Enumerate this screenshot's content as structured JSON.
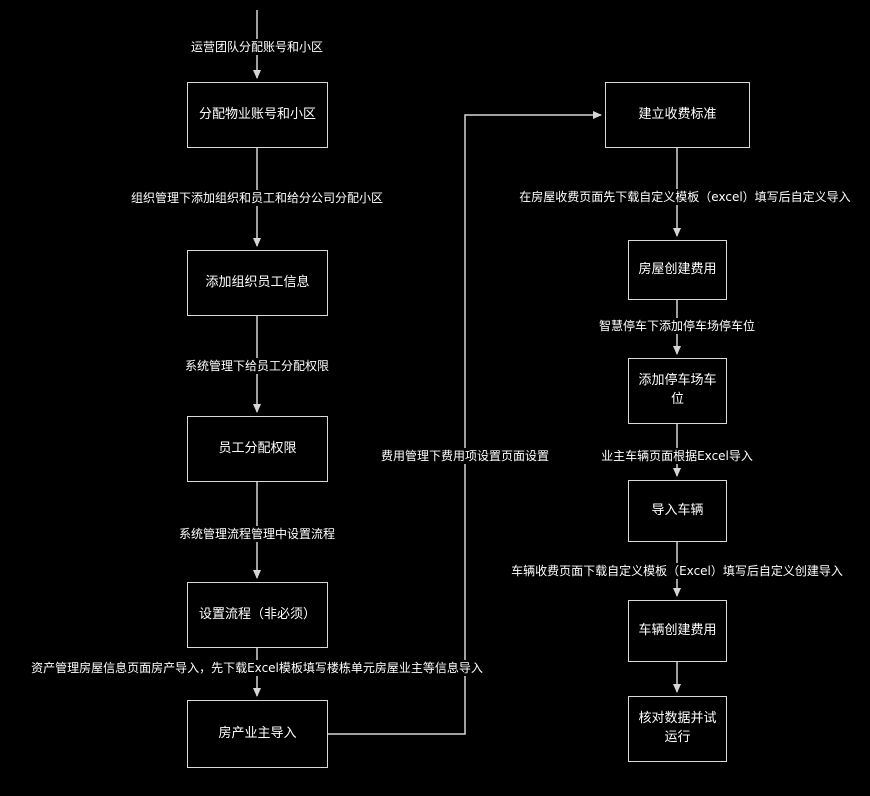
{
  "colors": {
    "background": "#000000",
    "node_border": "#d9d9d9",
    "node_text": "#ffffff",
    "connector": "#d6d6d6",
    "edge_label_text": "#ffffff"
  },
  "diagram": {
    "nodes": [
      {
        "id": "assign-property-account",
        "label": "分配物业账号和小区"
      },
      {
        "id": "add-org-employee-info",
        "label": "添加组织员工信息"
      },
      {
        "id": "employee-assign-permission",
        "label": "员工分配权限"
      },
      {
        "id": "set-process-optional",
        "label": "设置流程（非必须）"
      },
      {
        "id": "property-owner-import",
        "label": "房产业主导入"
      },
      {
        "id": "create-charge-standard",
        "label": "建立收费标准"
      },
      {
        "id": "house-create-fee",
        "label": "房屋创建费用"
      },
      {
        "id": "add-parking-space",
        "label": "添加停车场车位"
      },
      {
        "id": "import-vehicle",
        "label": "导入车辆"
      },
      {
        "id": "vehicle-create-fee",
        "label": "车辆创建费用"
      },
      {
        "id": "check-data-trial-run",
        "label": "核对数据并试运行"
      }
    ],
    "edge_labels": [
      {
        "text": "运营团队分配账号和小区"
      },
      {
        "text": "组织管理下添加组织和员工和给分公司分配小区"
      },
      {
        "text": "系统管理下给员工分配权限"
      },
      {
        "text": "系统管理流程管理中设置流程"
      },
      {
        "text": "资产管理房屋信息页面房产导入，先下载Excel模板填写楼栋单元房屋业主等信息导入"
      },
      {
        "text": "费用管理下费用项设置页面设置"
      },
      {
        "text": "在房屋收费页面先下载自定义模板（excel）填写后自定义导入"
      },
      {
        "text": "智慧停车下添加停车场停车位"
      },
      {
        "text": "业主车辆页面根据Excel导入"
      },
      {
        "text": "车辆收费页面下载自定义模板（Excel）填写后自定义创建导入"
      }
    ]
  }
}
